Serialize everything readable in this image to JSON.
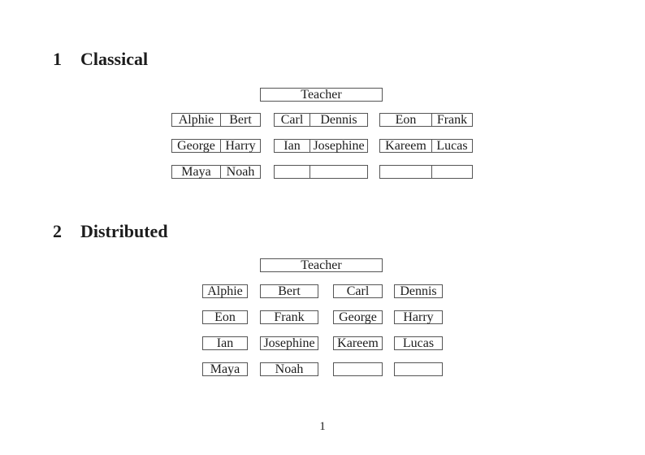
{
  "page": {
    "background_color": "#ffffff",
    "text_color": "#1c1c1c",
    "rule_color": "#555555",
    "page_number": "1"
  },
  "sections": [
    {
      "number": "1",
      "title": "Classical",
      "teacher_label": "Teacher",
      "desks": [
        [
          [
            "Alphie",
            "Bert"
          ],
          [
            "Carl",
            "Dennis"
          ],
          [
            "Eon",
            "Frank"
          ]
        ],
        [
          [
            "George",
            "Harry"
          ],
          [
            "Ian",
            "Josephine"
          ],
          [
            "Kareem",
            "Lucas"
          ]
        ],
        [
          [
            "Maya",
            "Noah"
          ],
          [
            "",
            ""
          ],
          [
            "",
            ""
          ]
        ]
      ]
    },
    {
      "number": "2",
      "title": "Distributed",
      "teacher_label": "Teacher",
      "desks": [
        [
          "Alphie",
          "Bert",
          "Carl",
          "Dennis"
        ],
        [
          "Eon",
          "Frank",
          "George",
          "Harry"
        ],
        [
          "Ian",
          "Josephine",
          "Kareem",
          "Lucas"
        ],
        [
          "Maya",
          "Noah",
          "",
          ""
        ]
      ]
    }
  ]
}
